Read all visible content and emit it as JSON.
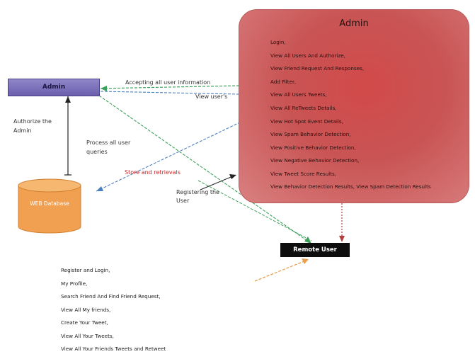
{
  "admin_bar": {
    "label": "Admin"
  },
  "admin_panel": {
    "title": "Admin",
    "items": [
      "Login,",
      "View All Users And Authorize,",
      "View Friend Request And Responses,",
      "Add Filter,",
      "View All Users Tweets,",
      "View All ReTweets Details,",
      "View Hot Spot Event Details,",
      "View Spam Behavior Detection,",
      "View Positive Behavior Detection,",
      "View Negative Behavior Detection,",
      "View Tweet Score Results,",
      "View Behavior Detection Results, View Spam Detection Results"
    ]
  },
  "labels": {
    "accepting": "Accepting all user information",
    "view_user": "View user's",
    "authorize": "Authorize the Admin",
    "process": "Process all user queries",
    "store": "Store and retrievals",
    "registering": "Registering the User"
  },
  "database": {
    "label": "WEB Database"
  },
  "remote_user": {
    "label": "Remote User"
  },
  "user_items": [
    "Register and Login,",
    "My Profile,",
    "Search Friend And Find Friend Request,",
    "View All My friends,",
    "Create Your Tweet,",
    "View All Your Tweets,",
    "View All Your Friends Tweets and Retweet"
  ],
  "colors": {
    "admin_bar": "#7b6fba",
    "admin_panel": "#cc5555",
    "database": "#f0a050",
    "remote_user": "#0d0d0d",
    "store_label": "#cc2222",
    "dashed_green": "#3aa15a",
    "dashed_blue": "#4a7fc0",
    "dashed_orange": "#e8a050",
    "dashed_red": "#b04040"
  }
}
